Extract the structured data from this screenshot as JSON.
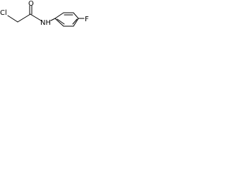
{
  "molecule": {
    "atoms": {
      "cl": "Cl",
      "oxygen": "O",
      "nh": "NH",
      "fluorine": "F"
    }
  }
}
